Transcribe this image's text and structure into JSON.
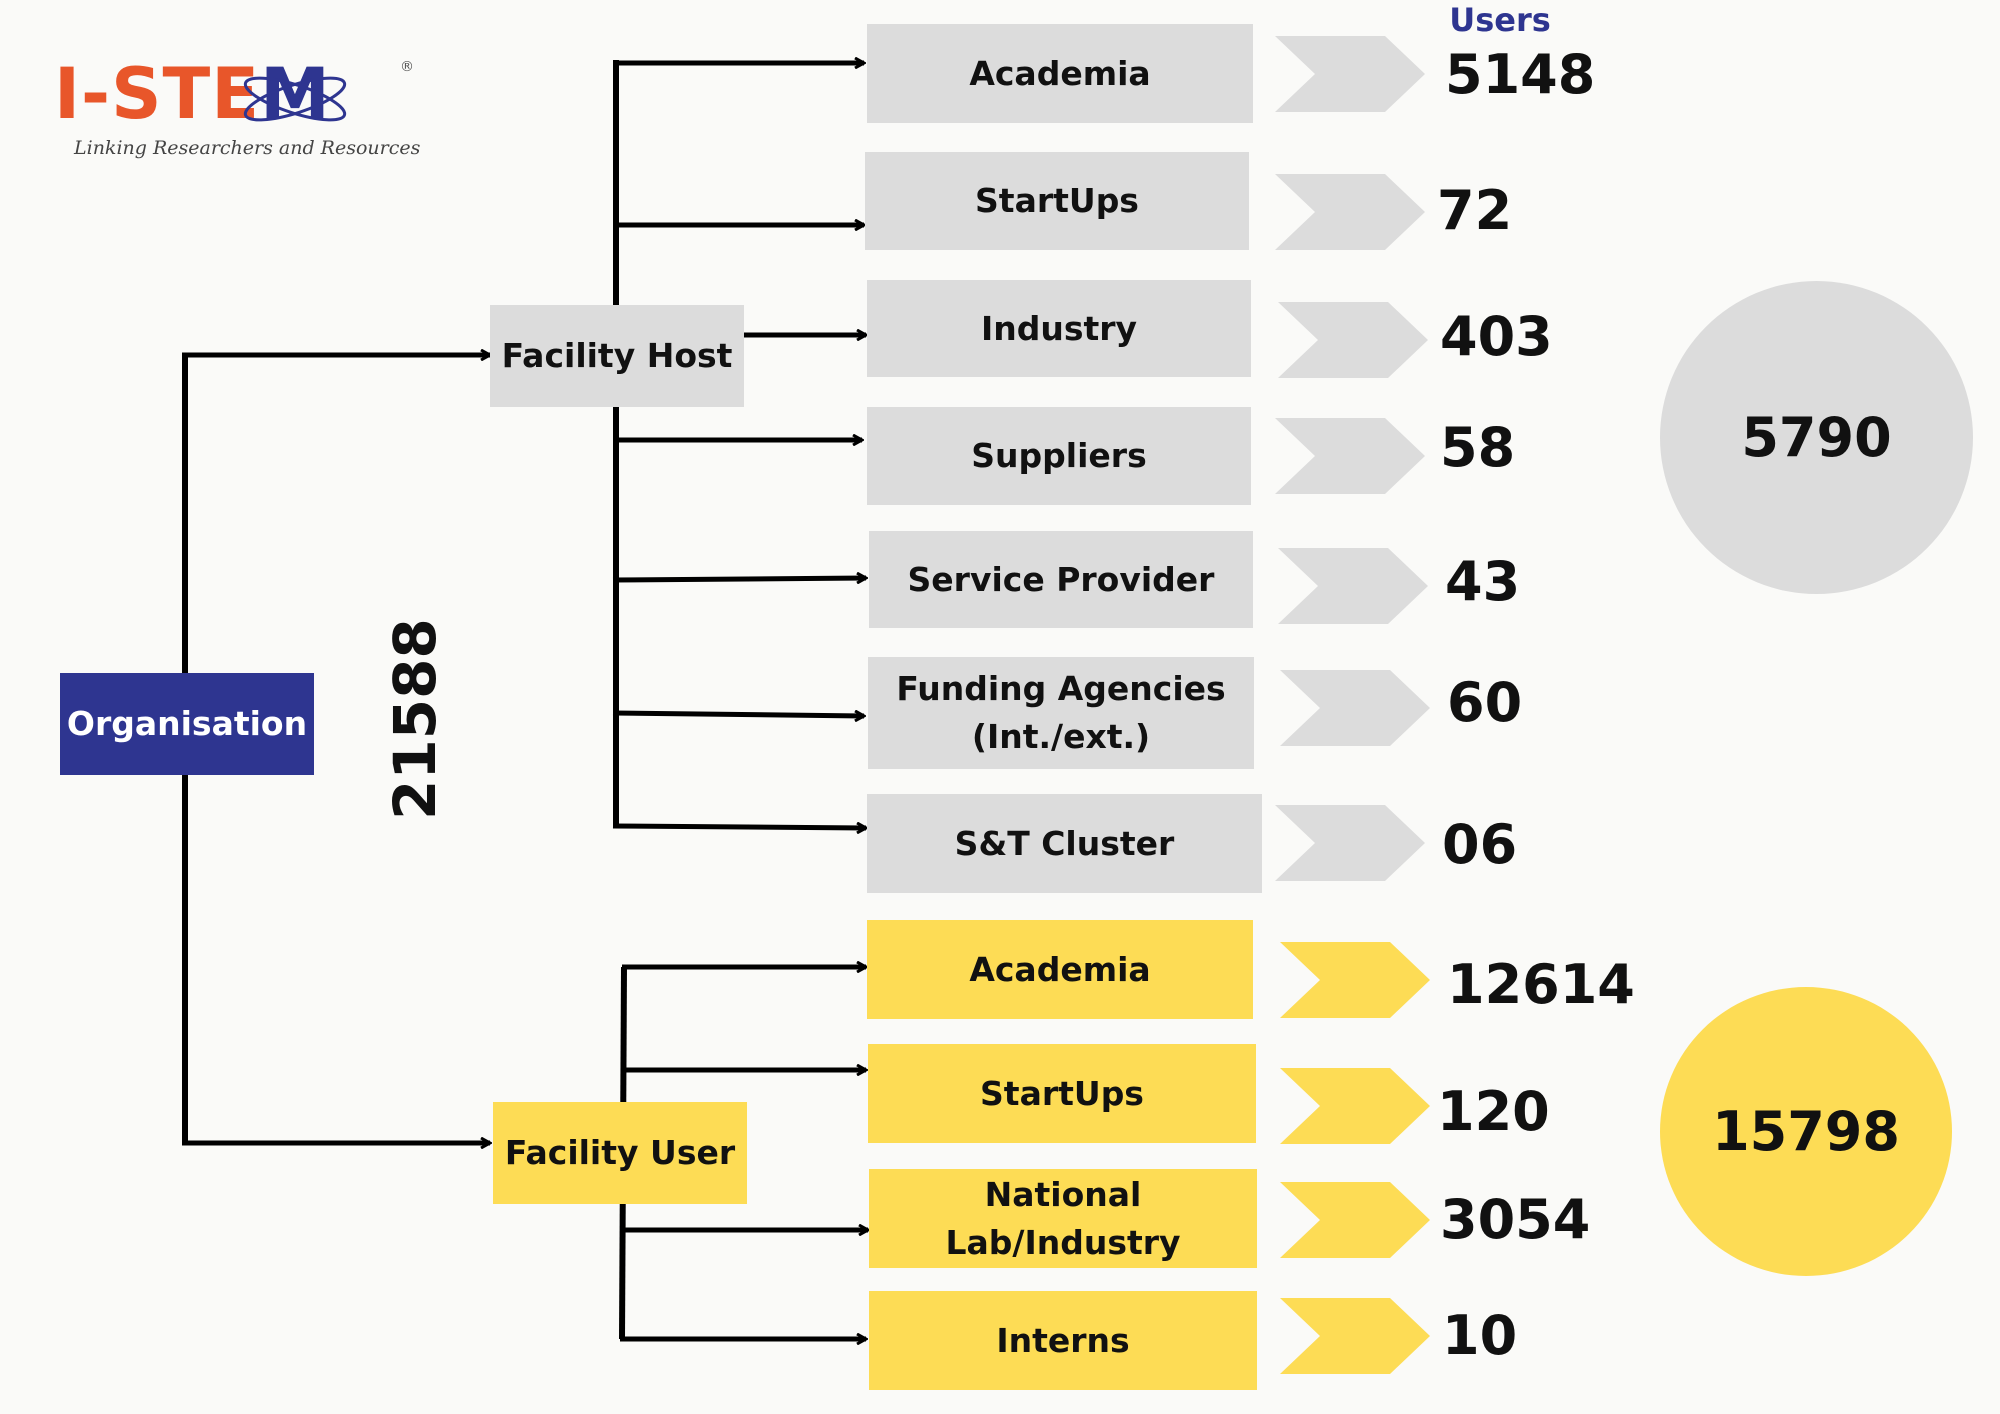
{
  "logo": {
    "text": "I-STEM",
    "registered": "®",
    "tagline": "Linking Researchers and Resources"
  },
  "header": {
    "users_label": "Users"
  },
  "root": {
    "label": "Organisation",
    "total": "21588"
  },
  "facility_host": {
    "label": "Facility Host",
    "total": "5790",
    "items": [
      {
        "label": "Academia",
        "users": "5148"
      },
      {
        "label": "StartUps",
        "users": "72"
      },
      {
        "label": "Industry",
        "users": "403"
      },
      {
        "label": "Suppliers",
        "users": "58"
      },
      {
        "label": "Service Provider",
        "users": "43"
      },
      {
        "label": "Funding Agencies",
        "label_line2": "(Int./ext.)",
        "users": "60"
      },
      {
        "label": "S&T Cluster",
        "users": "06"
      }
    ]
  },
  "facility_user": {
    "label": "Facility User",
    "total": "15798",
    "items": [
      {
        "label": "Academia",
        "users": "12614"
      },
      {
        "label": "StartUps",
        "users": "120"
      },
      {
        "label": "National Lab/Industry",
        "users": "3054"
      },
      {
        "label": "Interns",
        "users": "10"
      }
    ]
  },
  "colors": {
    "navy": "#2e3590",
    "grey": "#dcdcdc",
    "yellow": "#fddc55",
    "logo_orange": "#e8562a",
    "logo_blue": "#2e3590"
  }
}
